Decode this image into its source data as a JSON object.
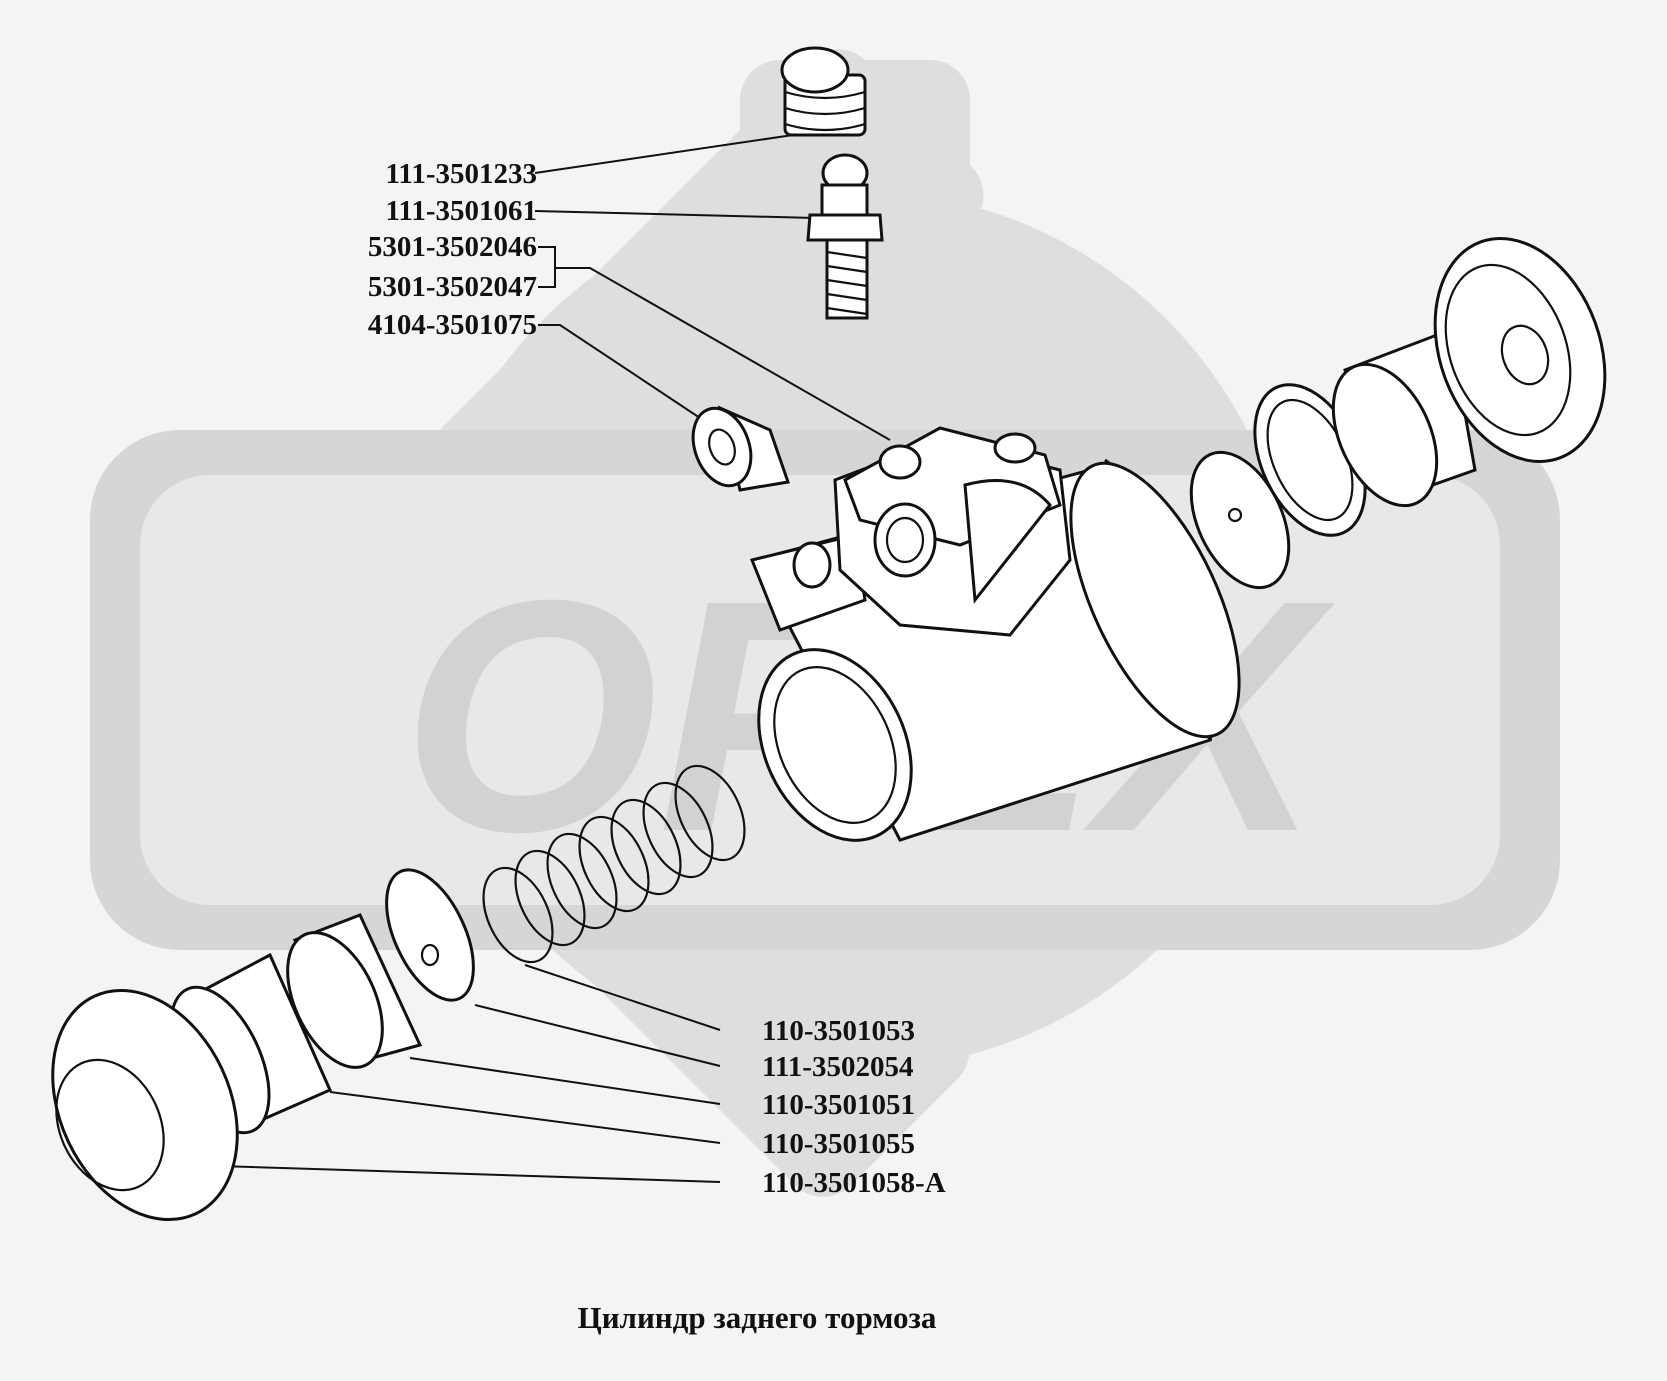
{
  "labels_upper": [
    "111-3501233",
    "111-3501061",
    "5301-3502046",
    "5301-3502047",
    "4104-3501075"
  ],
  "labels_lower": [
    "110-3501053",
    "111-3502054",
    "110-3501051",
    "110-3501055",
    "110-3501058-A"
  ],
  "caption": "Цилиндр заднего тормоза",
  "watermark": "OPEX",
  "colors": {
    "background": "#f4f4f2",
    "watermark": "#dcdcdc",
    "line": "#111111"
  }
}
